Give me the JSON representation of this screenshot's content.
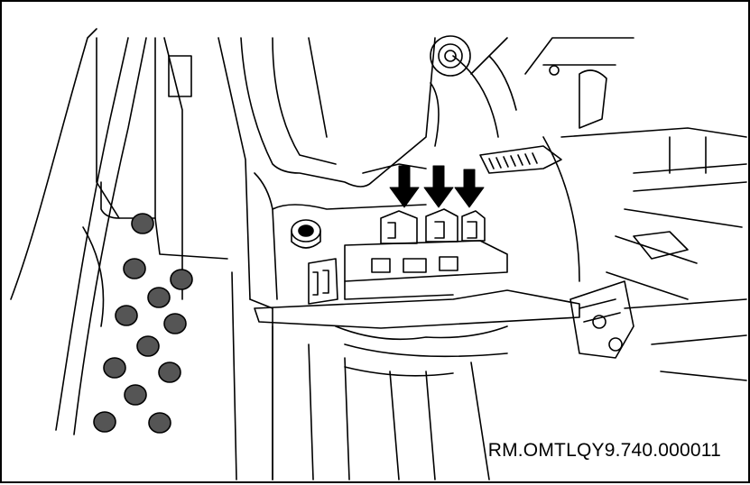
{
  "figure": {
    "reference_code": "RM.OMTLQY9.740.000011",
    "line_color": "#000000",
    "background_color": "#ffffff",
    "indicator_arrows": {
      "count": 3,
      "direction": "down"
    }
  }
}
